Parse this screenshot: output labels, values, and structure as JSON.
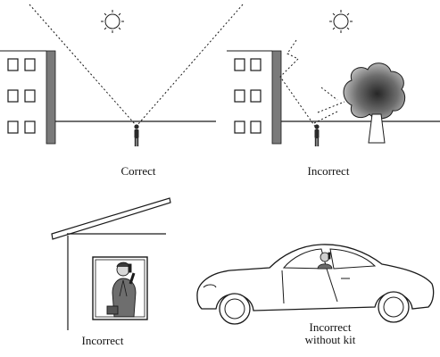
{
  "panels": [
    {
      "id": "sun-street",
      "caption_lines": [
        "Correct"
      ]
    },
    {
      "id": "tree-building",
      "caption_lines": [
        "Incorrect"
      ]
    },
    {
      "id": "indoor-window",
      "caption_lines": [
        "Incorrect"
      ]
    },
    {
      "id": "car",
      "caption_lines": [
        "Incorrect",
        "without kit"
      ]
    }
  ],
  "colors": {
    "line": "#1a1a1a",
    "wall": "#7a7a7a",
    "tree_center": "#2b2b2b",
    "tree_edge": "#c9c9c9",
    "background": "#ffffff"
  }
}
